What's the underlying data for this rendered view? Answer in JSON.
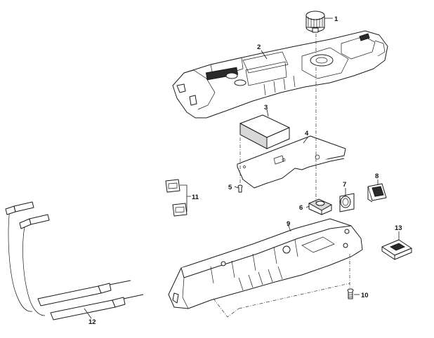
{
  "parts": [
    {
      "id": "part-1",
      "label": "1"
    },
    {
      "id": "part-2",
      "label": "2"
    },
    {
      "id": "part-3",
      "label": "3"
    },
    {
      "id": "part-4",
      "label": "4"
    },
    {
      "id": "part-5",
      "label": "5"
    },
    {
      "id": "part-6",
      "label": "6"
    },
    {
      "id": "part-7",
      "label": "7"
    },
    {
      "id": "part-8",
      "label": "8"
    },
    {
      "id": "part-9",
      "label": "9"
    },
    {
      "id": "part-10",
      "label": "10"
    },
    {
      "id": "part-11",
      "label": "11"
    },
    {
      "id": "part-12",
      "label": "12"
    },
    {
      "id": "part-13",
      "label": "13"
    }
  ]
}
